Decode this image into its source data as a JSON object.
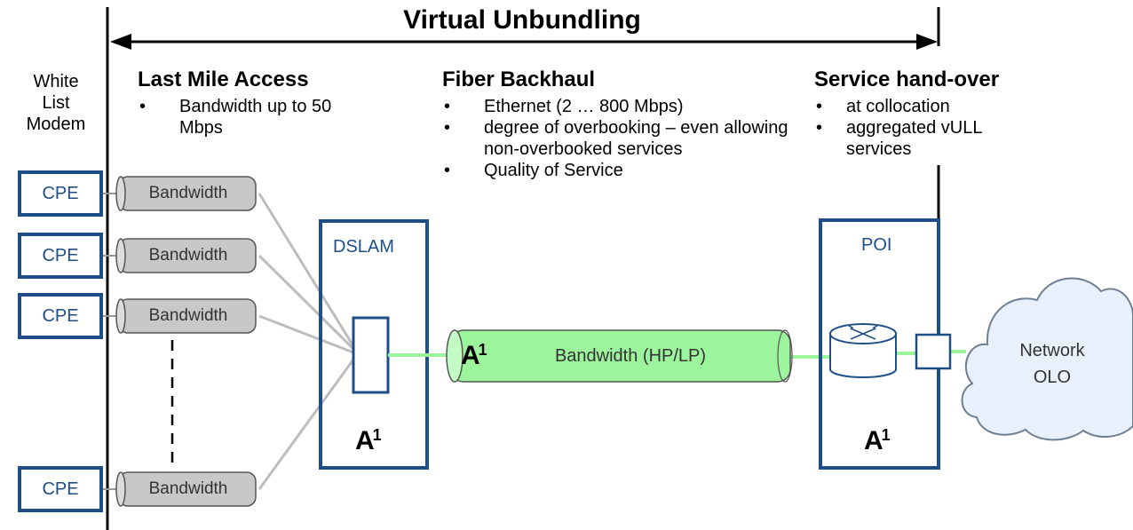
{
  "title": "Virtual Unbundling",
  "white_list_modem": {
    "line1": "White",
    "line2": "List",
    "line3": "Modem"
  },
  "sections": {
    "last_mile": {
      "heading": "Last Mile Access",
      "bullets": [
        "Bandwidth up to 50 Mbps"
      ]
    },
    "fiber_backhaul": {
      "heading": "Fiber Backhaul",
      "bullets": [
        "Ethernet  (2 … 800 Mbps)",
        "degree of overbooking – even allowing non-overbooked services",
        "Quality of Service"
      ]
    },
    "handover": {
      "heading": "Service hand-over",
      "bullets": [
        "at collocation",
        "aggregated  vULL services"
      ]
    }
  },
  "cpe_label": "CPE",
  "tube_label": "Bandwidth",
  "dslam_label": "DSLAM",
  "backhaul_label": "Bandwidth (HP/LP)",
  "poi_label": "POI",
  "cloud": {
    "line1": "Network",
    "line2": "OLO"
  },
  "logo": {
    "letter": "A",
    "sup": "1"
  },
  "colors": {
    "frame": "#1f4e86",
    "fiber": "#9cf59c",
    "tube": "#c8c8c8",
    "link": "#bdbdbd"
  }
}
